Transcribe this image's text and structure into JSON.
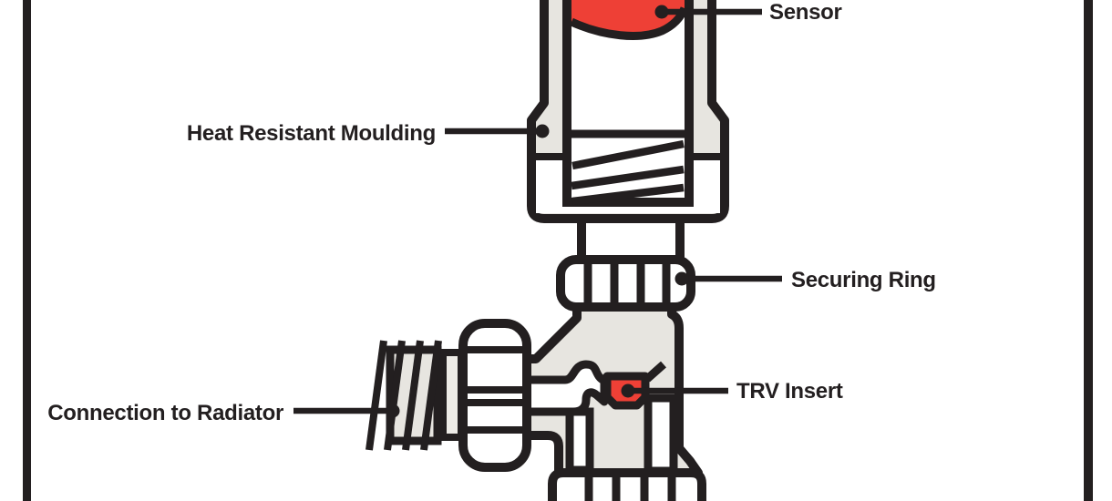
{
  "diagram": {
    "labels": {
      "sensor": "Sensor",
      "heat_resistant_moulding": "Heat Resistant Moulding",
      "securing_ring": "Securing Ring",
      "trv_insert": "TRV Insert",
      "connection_to_radiator": "Connection to Radiator"
    },
    "colors": {
      "outline": "#231f20",
      "body_fill": "#e7e5e0",
      "accent_red": "#ee4036",
      "thread_strip": "#edebe6",
      "background": "#ffffff"
    }
  }
}
